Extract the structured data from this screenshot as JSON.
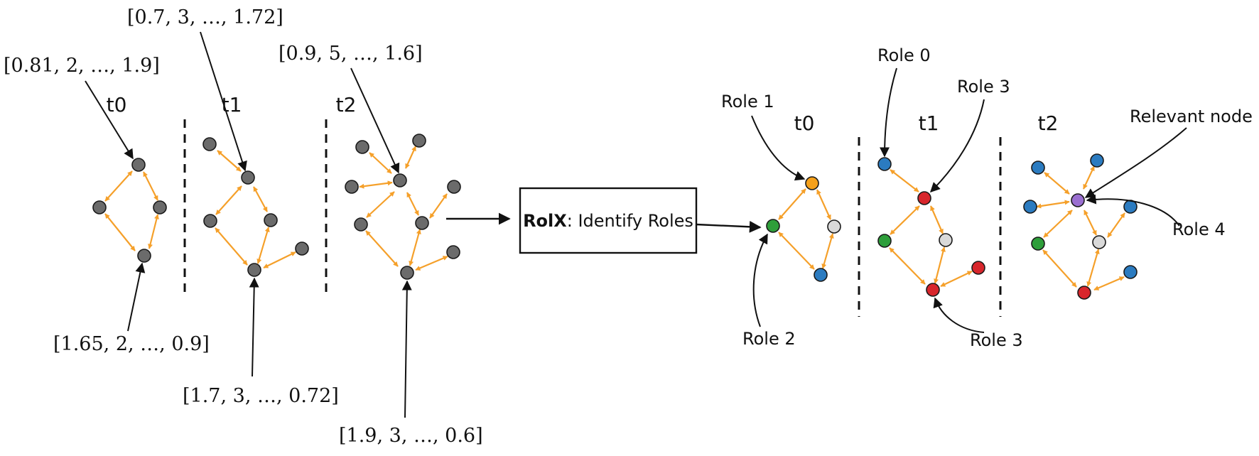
{
  "colors": {
    "edge": "#f5a02a",
    "arrow": "#111111",
    "node_default": "#6b6b6b",
    "role_0": "#2b7bc0",
    "role_1": "#f5a01a",
    "role_2": "#2e9e3a",
    "role_3": "#d8262c",
    "role_4": "#9a6fd1",
    "role_neutral": "#d9d9d9"
  },
  "left": {
    "time_labels": [
      "t0",
      "t1",
      "t2"
    ],
    "vectors": [
      "[0.81, 2, …, 1.9]",
      "[1.65, 2, …, 0.9]",
      "[0.7, 3, …, 1.72]",
      "[1.7, 3, …, 0.72]",
      "[0.9, 5, …, 1.6]",
      "[1.9, 3, …, 0.6]"
    ]
  },
  "process": {
    "bold": "RolX",
    "rest": ": Identify Roles"
  },
  "right": {
    "time_labels": [
      "t0",
      "t1",
      "t2"
    ],
    "annotations": [
      "Role 1",
      "Role 2",
      "Role 0",
      "Role 3",
      "Role 3",
      "Relevant node",
      "Role 4"
    ]
  }
}
